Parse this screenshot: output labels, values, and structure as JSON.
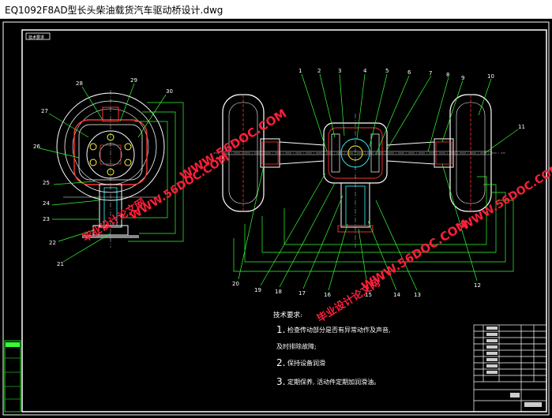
{
  "window": {
    "title": "EQ1092F8AD型长头柴油载货汽车驱动桥设计.dwg"
  },
  "drawing": {
    "corner_tag": "技术要求",
    "part_numbers_left": [
      "28",
      "29",
      "30",
      "27",
      "26",
      "25",
      "24",
      "23",
      "22",
      "21"
    ],
    "part_numbers_top": [
      "1",
      "2",
      "3",
      "4",
      "5",
      "6",
      "7",
      "8",
      "9",
      "10",
      "11"
    ],
    "part_numbers_bottom": [
      "20",
      "19",
      "18",
      "17",
      "16",
      "15",
      "14",
      "13",
      "12"
    ],
    "notes": {
      "heading": "技术要求:",
      "item1_num": "1.",
      "item1_text": "检查传动部分是否有异常动作及声音,",
      "item1_cont": "及时排除故障;",
      "item2_num": "2.",
      "item2_text": "保持设备润滑",
      "item3_num": "3.",
      "item3_text": "定期保养, 活动件定期加润滑油。"
    },
    "watermarks": {
      "site": "WWW.56DOC.COM",
      "cn": "毕业设计论文网"
    }
  },
  "colors": {
    "background": "#000000",
    "outline": "#ffffff",
    "leader": "#33ff33",
    "hatch": "#ff3333",
    "detail": "#33ffff",
    "yellow": "#ffff33",
    "watermark": "#ff1f3a"
  }
}
